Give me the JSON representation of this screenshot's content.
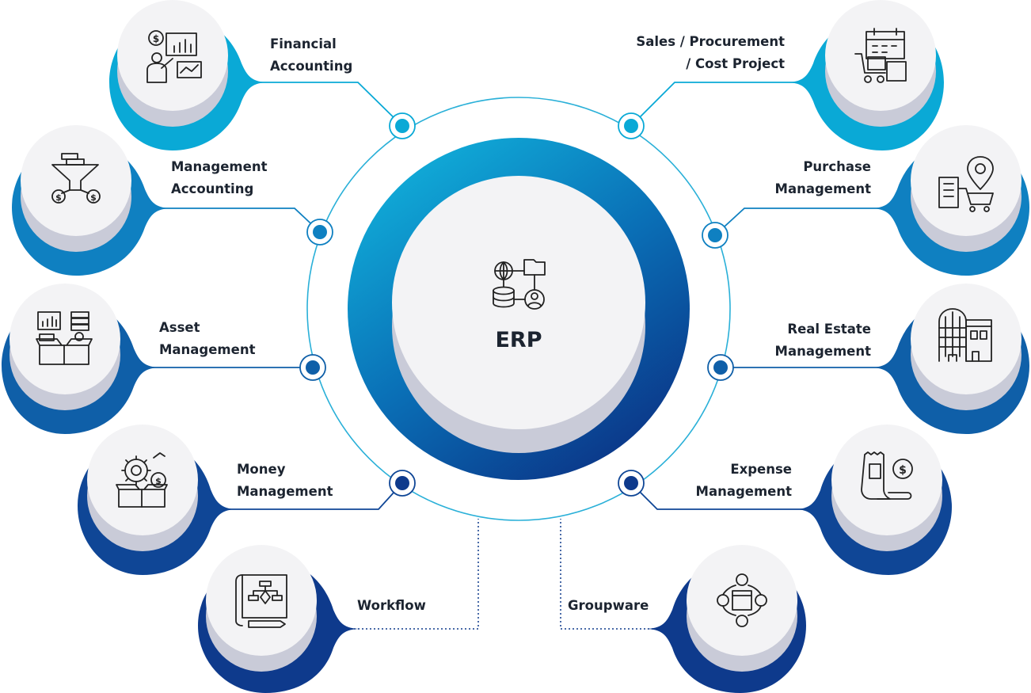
{
  "center": {
    "title": "ERP",
    "icon": "database-network-icon"
  },
  "modules": [
    {
      "id": "financial-accounting",
      "line1": "Financial",
      "line2": "Accounting",
      "icon": "presentation-chart-icon",
      "color": "#0aa9d6"
    },
    {
      "id": "management-accounting",
      "line1": "Management",
      "line2": "Accounting",
      "icon": "funnel-money-icon",
      "color": "#0f80c1"
    },
    {
      "id": "asset-management",
      "line1": "Asset",
      "line2": "Management",
      "icon": "asset-box-icon",
      "color": "#0f5fa8"
    },
    {
      "id": "money-management",
      "line1": "Money",
      "line2": "Management",
      "icon": "gear-money-box-icon",
      "color": "#0f4696"
    },
    {
      "id": "workflow",
      "line1": "Workflow",
      "line2": "",
      "icon": "flowchart-blueprint-icon",
      "color": "#0e3a8c"
    },
    {
      "id": "sales-procurement",
      "line1": "Sales / Procurement",
      "line2": "/ Cost Project",
      "icon": "cart-calendar-icon",
      "color": "#0aa9d6"
    },
    {
      "id": "purchase-management",
      "line1": "Purchase",
      "line2": "Management",
      "icon": "location-cart-icon",
      "color": "#0f80c1"
    },
    {
      "id": "real-estate-management",
      "line1": "Real Estate",
      "line2": "Management",
      "icon": "building-icon",
      "color": "#0f5fa8"
    },
    {
      "id": "expense-management",
      "line1": "Expense",
      "line2": "Management",
      "icon": "receipt-dollar-icon",
      "color": "#0f4696"
    },
    {
      "id": "groupware",
      "line1": "Groupware",
      "line2": "",
      "icon": "team-network-icon",
      "color": "#0e3a8c"
    }
  ]
}
